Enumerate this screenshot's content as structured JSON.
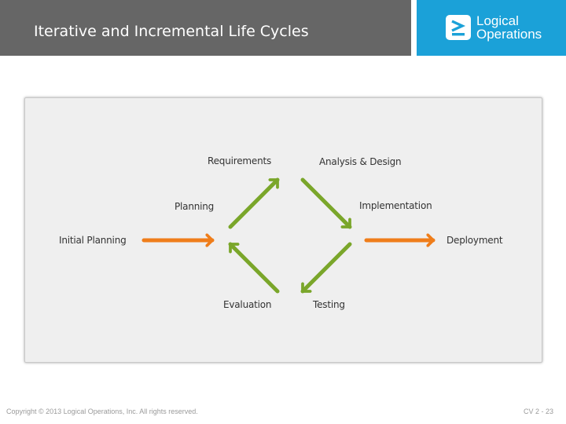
{
  "slide": {
    "title": "Iterative and Incremental Life Cycles",
    "copyright": "Copyright © 2013 Logical Operations, Inc. All rights reserved.",
    "slide_number": "CV 2 - 23"
  },
  "logo": {
    "line1": "Logical",
    "line2": "Operations",
    "icon": "logical-operations-logo-icon"
  },
  "diagram": {
    "labels": {
      "initial_planning": "Initial Planning",
      "planning": "Planning",
      "requirements": "Requirements",
      "analysis_design": "Analysis & Design",
      "implementation": "Implementation",
      "testing": "Testing",
      "evaluation": "Evaluation",
      "deployment": "Deployment"
    },
    "colors": {
      "cycle_arrow": "#7aa62a",
      "flow_arrow": "#ef7d1a",
      "header": "#666666",
      "brand": "#1ba1d8"
    }
  }
}
